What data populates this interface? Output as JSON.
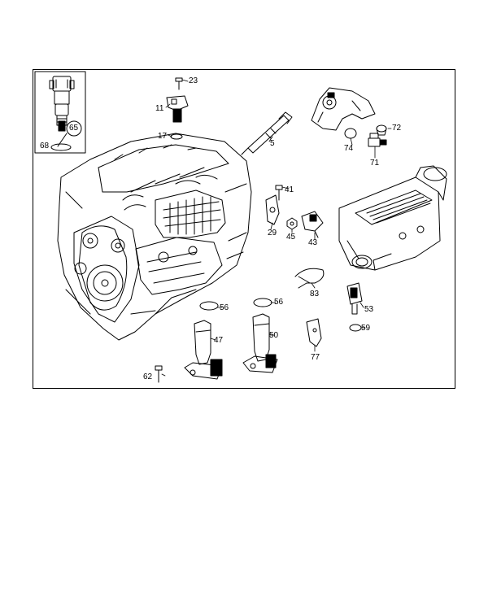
{
  "callouts": {
    "c23": "23",
    "c11": "11",
    "c17": "17",
    "c5": "5",
    "c65": "65",
    "c68": "68",
    "c72": "72",
    "c74": "74",
    "c71": "71",
    "c41": "41",
    "c29": "29",
    "c45": "45",
    "c43": "43",
    "c83": "83",
    "c53": "53",
    "c59": "59",
    "c77": "77",
    "c56a": "56",
    "c56b": "56",
    "c47": "47",
    "c50": "50",
    "c62": "62"
  }
}
